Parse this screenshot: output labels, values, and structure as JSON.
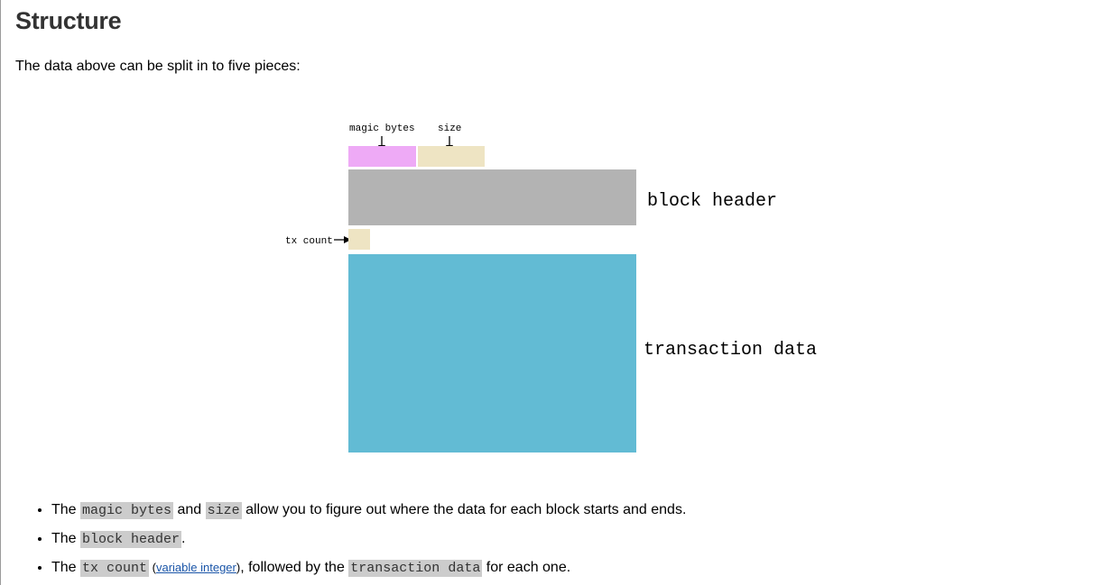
{
  "section": {
    "title": "Structure",
    "intro": "The data above can be split in to five pieces:"
  },
  "diagram": {
    "labels": {
      "magic_bytes": "magic bytes",
      "size": "size",
      "block_header": "block header",
      "tx_count": "tx count",
      "transaction_data": "transaction data"
    },
    "colors": {
      "magic_bytes": "#eeaaf6",
      "size": "#eee4c3",
      "block_header": "#b3b3b3",
      "tx_count": "#eee4c3",
      "transaction_data": "#62bbd4"
    }
  },
  "list": {
    "item1": {
      "prefix": "The ",
      "code1": "magic bytes",
      "mid": " and ",
      "code2": "size",
      "suffix": " allow you to figure out where the data for each block starts and ends."
    },
    "item2": {
      "prefix": "The ",
      "code1": "block header",
      "suffix": "."
    },
    "item3": {
      "prefix": "The ",
      "code1": "tx count",
      "paren_open": " (",
      "link": "variable integer",
      "paren_close": ")",
      "mid": ", followed by the ",
      "code2": "transaction data",
      "suffix": " for each one."
    }
  }
}
